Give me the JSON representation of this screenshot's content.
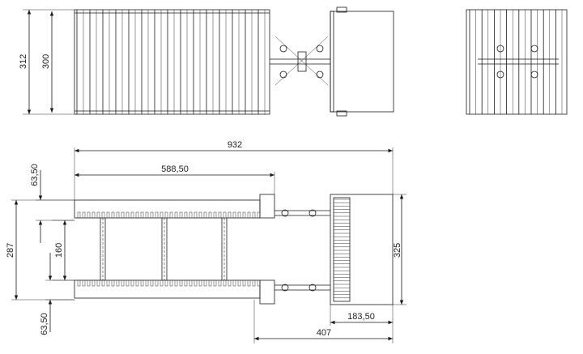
{
  "dimensions": {
    "top_height_outer": "312",
    "top_height_inner": "300",
    "overall_width": "932",
    "upper_length": "588,50",
    "top_offset": "63,50",
    "bottom_offset": "63,50",
    "left_height": "287",
    "inner_gap": "160",
    "right_height": "325",
    "box_width": "183,50",
    "box_reach": "407"
  },
  "colors": {
    "line": "#1a1a1a",
    "background": "#ffffff"
  }
}
